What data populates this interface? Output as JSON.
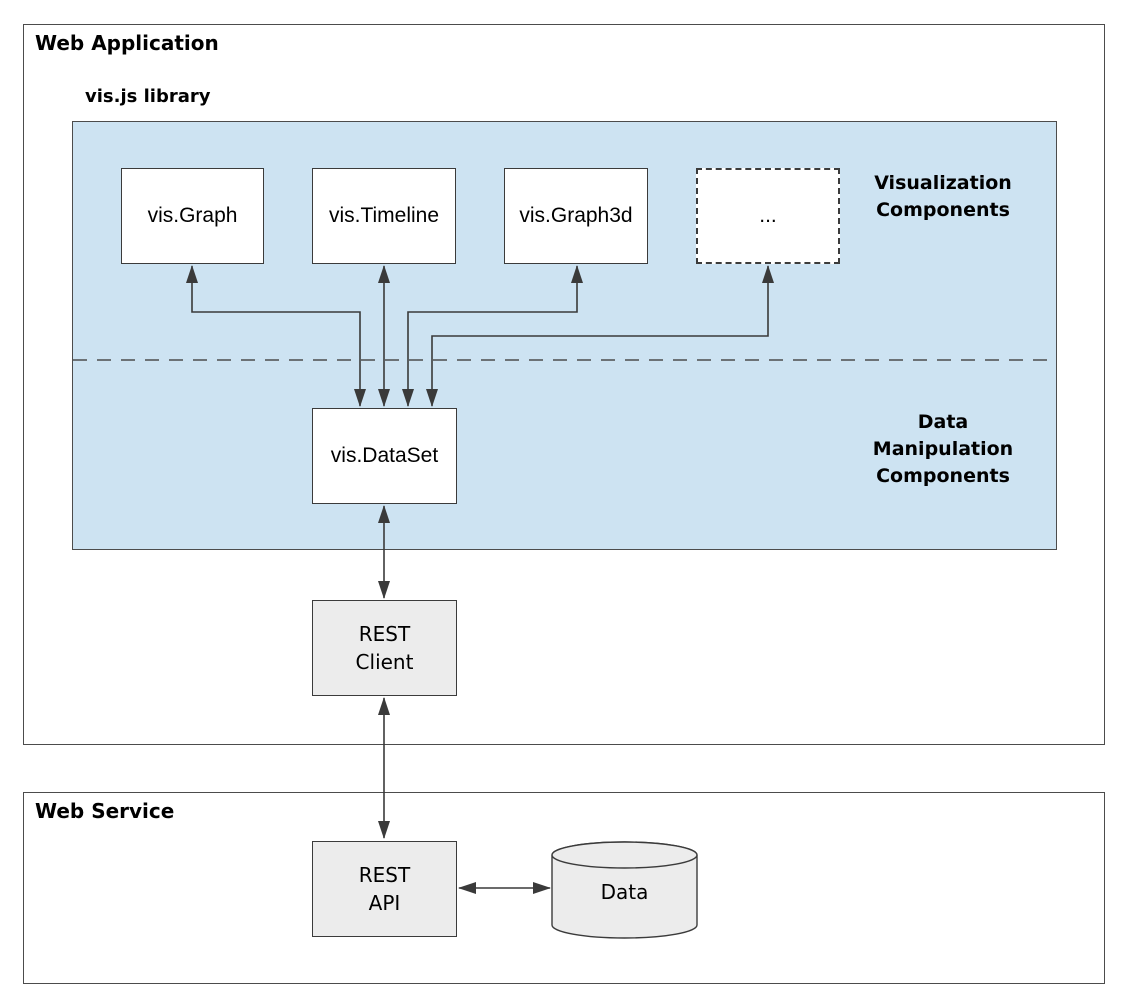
{
  "web_application": {
    "title": "Web Application",
    "library": {
      "title": "vis.js library",
      "nodes": {
        "graph": "vis.Graph",
        "timeline": "vis.Timeline",
        "graph3d": "vis.Graph3d",
        "more": "...",
        "dataset": "vis.DataSet"
      },
      "labels": {
        "visualization": {
          "line1": "Visualization",
          "line2": "Components"
        },
        "data_manipulation": {
          "line1": "Data",
          "line2": "Manipulation",
          "line3": "Components"
        }
      }
    },
    "rest_client": {
      "line1": "REST",
      "line2": "Client"
    }
  },
  "web_service": {
    "title": "Web Service",
    "rest_api": {
      "line1": "REST",
      "line2": "API"
    },
    "data_store": "Data"
  },
  "connectors": [
    {
      "name": "graph-to-dataset",
      "bidirectional": true
    },
    {
      "name": "timeline-to-dataset",
      "bidirectional": true
    },
    {
      "name": "graph3d-to-dataset",
      "bidirectional": true
    },
    {
      "name": "more-to-dataset",
      "bidirectional": true
    },
    {
      "name": "dataset-to-rest-client",
      "bidirectional": true
    },
    {
      "name": "rest-client-to-rest-api",
      "bidirectional": true
    },
    {
      "name": "rest-api-to-data",
      "bidirectional": true
    }
  ],
  "colors": {
    "panel_blue": "#cde3f2",
    "node_fill": "#ffffff",
    "gray_fill": "#ececec",
    "border": "#4c4c4c",
    "node_border": "#3b3b3b",
    "connector": "#3a3a3a"
  }
}
